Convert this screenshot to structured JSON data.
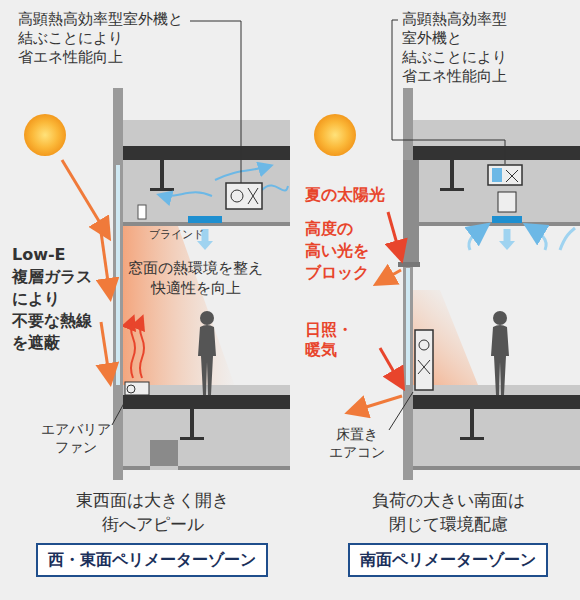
{
  "diagram": {
    "nodes": [
      {
        "text": [
          "西・東面ペリメーターゾーン"
        ]
      },
      {
        "text": [
          "南面ペリメーターゾーン"
        ]
      }
    ],
    "labels": [
      "高顕熱高効率型室外機と 結ぶことにより 省エネ性能向上",
      "Low-E 複層ガラス により 不要な熱線 を遮蔽",
      "ブラインド",
      "窓面の熱環境を整え 快適性を向上",
      "エアバリア ファン",
      "東西面は大きく開き 街へアピール",
      "高顕熱高効率型 室外機と 結ぶことにより 省エネ性能向上",
      "夏の太陽光",
      "高度の 高い光を ブロック",
      "日照・暖気",
      "床置き エアコン",
      "負荷の大きい南面は 閉じて環境配慮"
    ]
  }
}
